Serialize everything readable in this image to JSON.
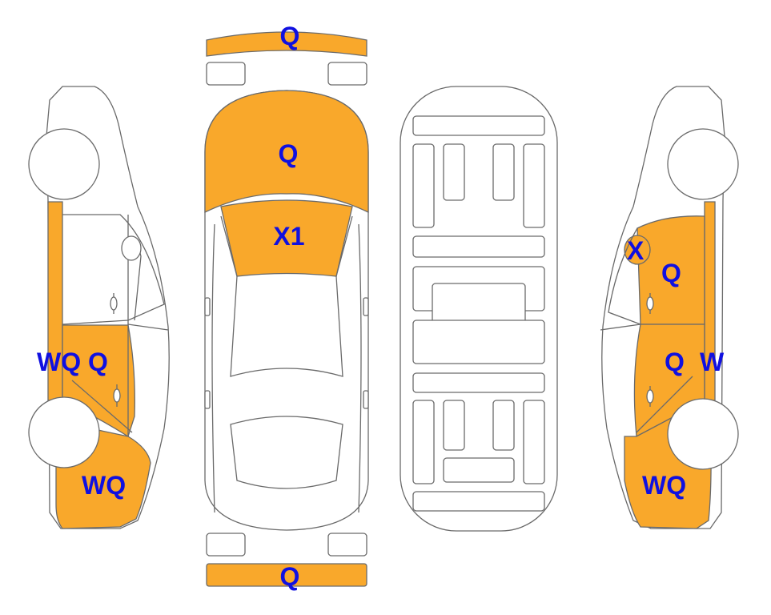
{
  "colors": {
    "damage_fill": "#f9a82b",
    "label_text": "#1010e0",
    "outline": "#6a6a6a",
    "background": "#ffffff"
  },
  "views": {
    "left_side": {
      "labels": [
        "WQ Q",
        "WQ"
      ]
    },
    "top": {
      "labels": [
        "Q",
        "Q",
        "X1",
        "Q"
      ]
    },
    "underbody": {
      "labels": []
    },
    "right_side": {
      "labels": [
        "X",
        "Q",
        "Q",
        "W",
        "WQ"
      ]
    }
  }
}
